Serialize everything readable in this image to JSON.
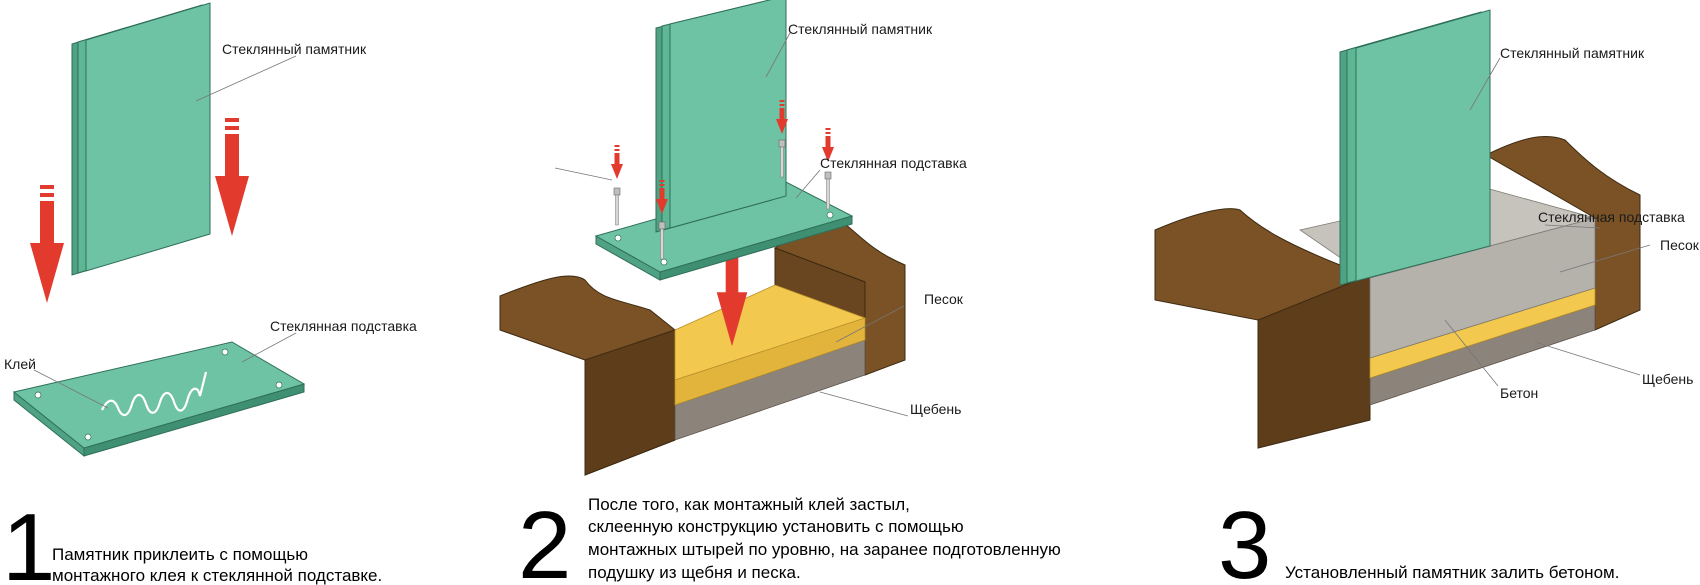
{
  "steps": [
    {
      "number": "1",
      "caption": [
        "Памятник приклеить с помощью",
        "монтажного клея к стеклянной подставке."
      ],
      "labels": {
        "monument": "Стеклянный памятник",
        "stand": "Стеклянная подставка",
        "glue": "Клей"
      }
    },
    {
      "number": "2",
      "caption": [
        "После того, как монтажный клей застыл,",
        "склеенную конструкцию установить с помощью",
        "монтажных штырей по уровню, на заранее подготовленную",
        "подушку из щебня и песка."
      ],
      "labels": {
        "monument": "Стеклянный памятник",
        "stand": "Стеклянная подставка",
        "sand": "Песок",
        "gravel": "Щебень"
      }
    },
    {
      "number": "3",
      "caption": [
        "Установленный памятник залить бетоном."
      ],
      "labels": {
        "monument": "Стеклянный памятник",
        "stand": "Стеклянная подставка",
        "sand": "Песок",
        "gravel": "Щебень",
        "concrete": "Бетон"
      }
    }
  ],
  "colors": {
    "glass": "#6fc3a5",
    "glass_side": "#4fa384",
    "glass_top": "#8fd4ba",
    "soil": "#7a5226",
    "soil_dark": "#5e3d1a",
    "sand": "#f2c84e",
    "gravel": "#8c837b",
    "concrete": "#b5b1ab",
    "arrow": "#e23b2e"
  }
}
